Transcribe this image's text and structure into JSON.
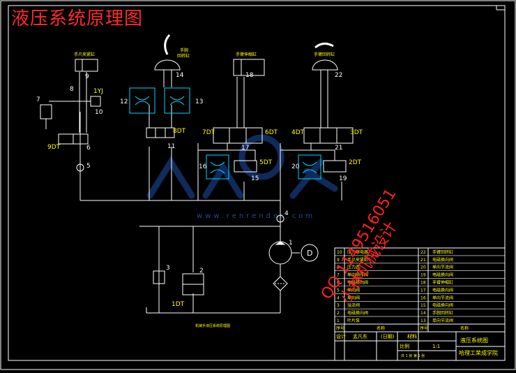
{
  "title": "液压系统原理图",
  "colors": {
    "line": "#ffffff",
    "label": "#ffff00",
    "component": "#00d8ff",
    "frame": "#ffffff",
    "title": "#ff2a2a",
    "watermark_red": "#ff2020",
    "watermark_blue": "#1e4ea8"
  },
  "labels": {
    "c9": "手爪夹紧缸",
    "c14": "手腕\n回转缸",
    "c18": "手臂伸缩缸",
    "c22": "手臂回转缸",
    "yj": "1YJ"
  },
  "numbers": {
    "n1": "1",
    "n2": "2",
    "n3": "3",
    "n4": "4",
    "n5": "5",
    "n6": "6",
    "n7": "7",
    "n8": "8",
    "n9": "9",
    "n10": "10",
    "n11": "11",
    "n12": "12",
    "n13": "13",
    "n14": "14",
    "n15": "15",
    "n16": "16",
    "n17": "17",
    "n18": "18",
    "n19": "19",
    "n20": "20",
    "n21": "21",
    "n22": "22"
  },
  "solenoids": {
    "d9": "9DT",
    "d8": "8DT",
    "d7": "7DT",
    "d6": "6DT",
    "d5": "5DT",
    "d4": "4DT",
    "d3": "3DT",
    "d2": "2DT",
    "d1": "1DT"
  },
  "motor": "D",
  "caption": "机械手液压系统原理图",
  "bom": [
    {
      "no": "10",
      "name": "压力继电器",
      "no2": "22",
      "name2": "手臂回转缸"
    },
    {
      "no": "9",
      "name": "手爪夹紧缸",
      "no2": "21",
      "name2": "电磁换向阀"
    },
    {
      "no": "8",
      "name": "压力表",
      "no2": "20",
      "name2": "单向节流阀"
    },
    {
      "no": "7",
      "name": "单向顺序阀",
      "no2": "19",
      "name2": "电磁换向阀"
    },
    {
      "no": "6",
      "name": "电磁换向阀",
      "no2": "18",
      "name2": "手臂伸缩缸"
    },
    {
      "no": "5",
      "name": "单向阀",
      "no2": "17",
      "name2": "电磁换向阀"
    },
    {
      "no": "4",
      "name": "单向阀",
      "no2": "16",
      "name2": "单向节流阀"
    },
    {
      "no": "3",
      "name": "溢流阀",
      "no2": "15",
      "name2": "电磁换向阀"
    },
    {
      "no": "2",
      "name": "电磁换向阀",
      "no2": "14",
      "name2": "手腕回转缸"
    },
    {
      "no": "1",
      "name": "叶片泵",
      "no2": "13",
      "name2": "单向节流阀"
    }
  ],
  "bom_header": {
    "no": "序号",
    "name": "名称",
    "no2": "序号",
    "name2": "名称"
  },
  "titleblock": {
    "designer_label": "设计",
    "designer": "孟凡东",
    "date": "(日期)",
    "material_label": "材料",
    "scale_label": "比例",
    "scale": "1:1",
    "sheet": "共 1 张 第 1 张",
    "drawing_name": "液压系统图",
    "school": "哈理工荣成学院"
  },
  "watermark": {
    "qq": "QQ 1149516051",
    "cn": "小林机械设计",
    "site": "www.renrendoc.com"
  }
}
